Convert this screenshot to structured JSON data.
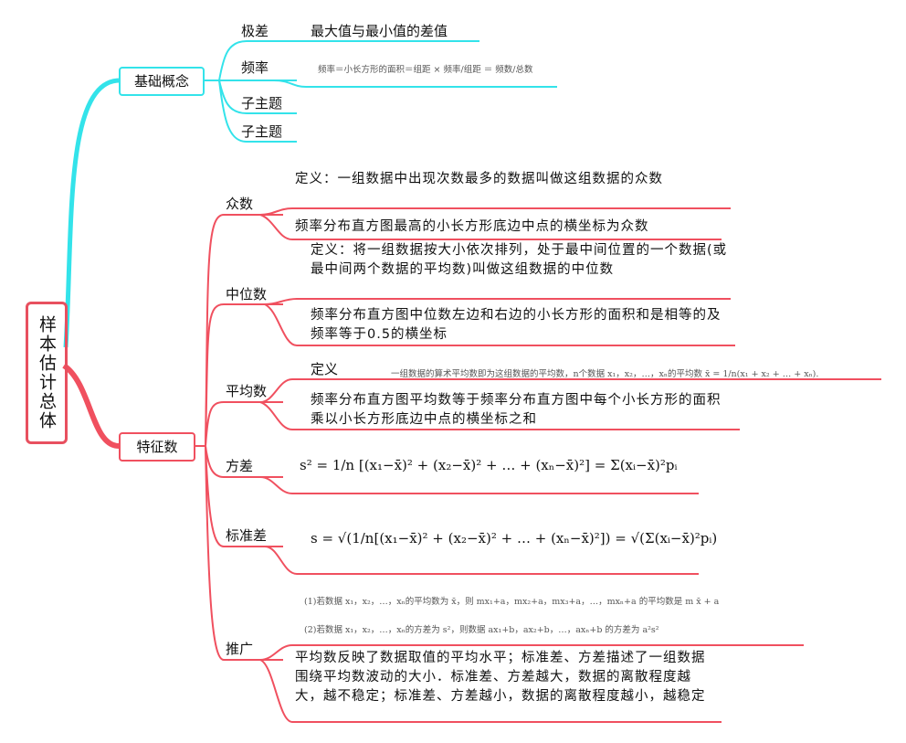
{
  "root": "样本估计总体",
  "basic": {
    "label": "基础概念",
    "color": "#33e3ea",
    "items": [
      {
        "label": "极差",
        "detail": "最大值与最小值的差值"
      },
      {
        "label": "频率",
        "detail": "频率＝小长方形的面积＝组距 × 频率/组距 ＝ 频数/总数"
      },
      {
        "label": "子主题"
      },
      {
        "label": "子主题"
      }
    ]
  },
  "features": {
    "label": "特征数",
    "color": "#f0505f",
    "mode": {
      "label": "众数",
      "def": "定义：一组数据中出现次数最多的数据叫做这组数据的众数",
      "hist": "频率分布直方图最高的小长方形底边中点的横坐标为众数"
    },
    "median": {
      "label": "中位数",
      "def": "定义：将一组数据按大小依次排列，处于最中间位置的一个数据(或最中间两个数据的平均数)叫做这组数据的中位数",
      "hist": "频率分布直方图中位数左边和右边的小长方形的面积和是相等的及频率等于0.5的横坐标"
    },
    "mean": {
      "label": "平均数",
      "def_label": "定义",
      "def": "一组数据的算术平均数即为这组数据的平均数，n个数据 x₁，x₂，…，xₙ的平均数 x̄ = 1/n(x₁ + x₂ + … + xₙ).",
      "hist": "频率分布直方图平均数等于频率分布直方图中每个小长方形的面积乘以小长方形底边中点的横坐标之和"
    },
    "variance": {
      "label": "方差",
      "formula": "s² = 1/n [(x₁−x̄)² + (x₂−x̄)² + … + (xₙ−x̄)²] = Σ(xᵢ−x̄)²pᵢ"
    },
    "std": {
      "label": "标准差",
      "formula": "s = √(1/n[(x₁−x̄)² + (x₂−x̄)² + … + (xₙ−x̄)²]) = √(Σ(xᵢ−x̄)²pᵢ)"
    },
    "ext": {
      "label": "推广",
      "r1": "(1)若数据 x₁，x₂，…，xₙ的平均数为 x̄，则 mx₁+a，mx₂+a，mx₃+a，…，mxₙ+a 的平均数是 m x̄ + a",
      "r2": "(2)若数据 x₁，x₂，…，xₙ的方差为 s²，则数据 ax₁+b，ax₂+b，…，axₙ+b 的方差为 a²s²",
      "summary": "平均数反映了数据取值的平均水平；标准差、方差描述了一组数据围绕平均数波动的大小．标准差、方差越大，数据的离散程度越大，越不稳定；标准差、方差越小，数据的离散程度越小，越稳定"
    }
  }
}
